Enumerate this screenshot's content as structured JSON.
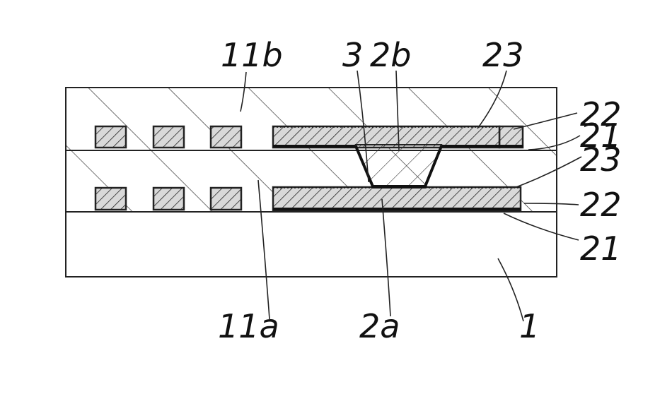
{
  "figure": {
    "labels": {
      "upper_insulating_layer": "11b",
      "lower_insulating_layer": "11a",
      "via": "3",
      "upper_wiring": "2b",
      "lower_wiring": "2a",
      "substrate": "1",
      "upper_outer_layer": "23",
      "upper_middle_layer": "22",
      "upper_inner_layer": "21",
      "lower_outer_layer": "23",
      "lower_middle_layer": "22",
      "lower_inner_layer": "21"
    },
    "colors": {
      "line": "#222222",
      "background": "#ffffff",
      "wiring_fill": "#d0d0d0"
    }
  }
}
